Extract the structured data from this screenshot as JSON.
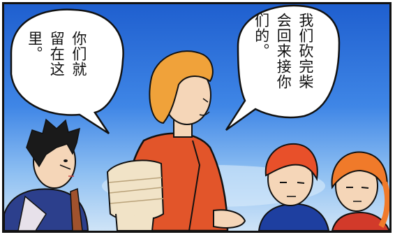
{
  "bubbles": [
    {
      "id": "left",
      "columns": [
        "你们就",
        "留在这",
        "里。"
      ]
    },
    {
      "id": "right",
      "columns": [
        "我们砍完柴",
        "会回来接你",
        "们的。"
      ]
    }
  ],
  "colors": {
    "sky_top": "#1f5fcf",
    "sky_bottom": "#cfe4f7",
    "woman_hair": "#f0a23a",
    "woman_shirt": "#e2552a",
    "basket": "#f1e3c7",
    "boy_hair": "#1a1a1a",
    "boy_shirt": "#2c3f8c",
    "redhead_hair": "#e8502a",
    "redhead_shirt": "#1e3fa0",
    "girl_hair": "#f07a2a"
  }
}
